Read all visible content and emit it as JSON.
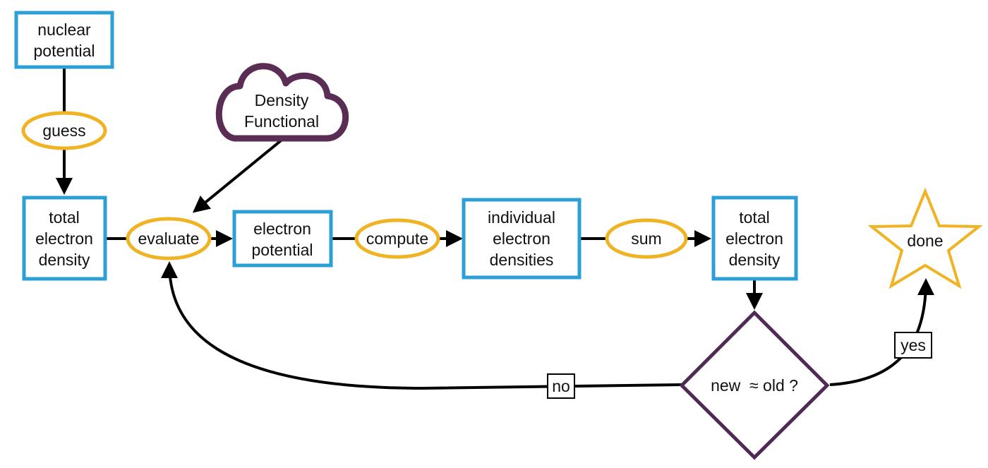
{
  "colors": {
    "box_stroke": "#2b9fd6",
    "oval_stroke": "#f0b323",
    "cloud_stroke": "#5a2d55",
    "diamond_stroke": "#4f2a55",
    "star_stroke": "#f0b323",
    "arrow": "#000000"
  },
  "nodes": {
    "nuclear_potential": [
      "nuclear",
      "potential"
    ],
    "guess": "guess",
    "total_density_1": [
      "total",
      "electron",
      "density"
    ],
    "density_functional": [
      "Density",
      "Functional"
    ],
    "evaluate": "evaluate",
    "electron_potential": [
      "electron",
      "potential"
    ],
    "compute": "compute",
    "individual_densities": [
      "individual",
      "electron",
      "densities"
    ],
    "sum": "sum",
    "total_density_2": [
      "total",
      "electron",
      "density"
    ],
    "decision": "new  ≈ old ?",
    "done": "done"
  },
  "edge_labels": {
    "no": "no",
    "yes": "yes"
  }
}
